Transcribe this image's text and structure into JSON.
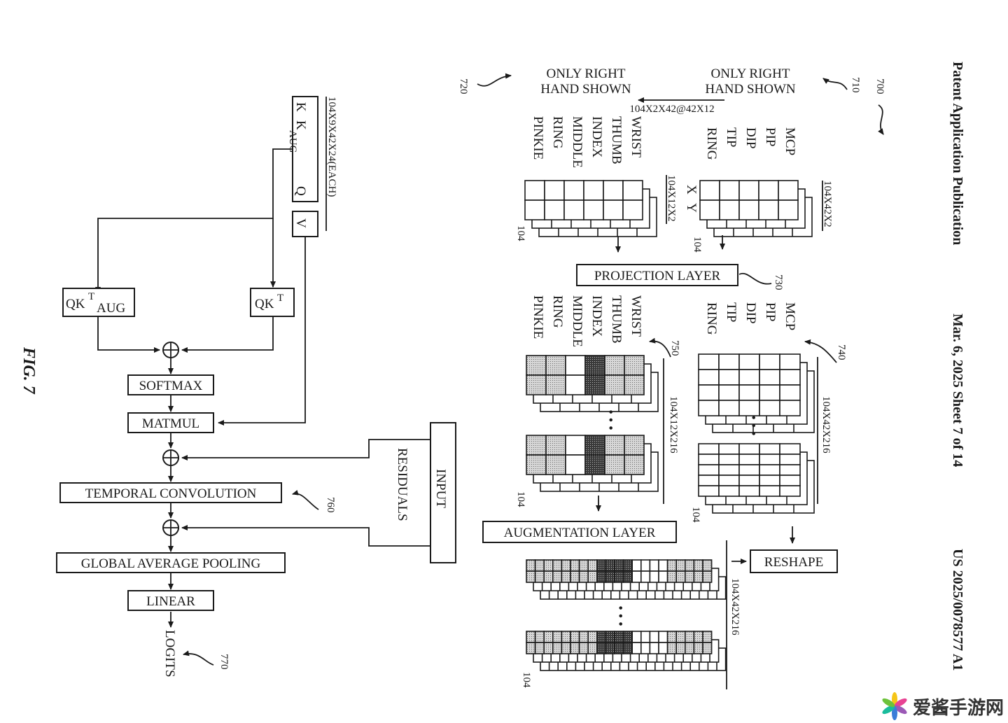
{
  "header": {
    "publication": "Patent Application Publication",
    "date_sheet": "Mar. 6, 2025  Sheet 7 of 14",
    "patent_number": "US 2025/0078577 A1"
  },
  "figure": {
    "label": "FIG. 7",
    "ref_700": "700",
    "input_710": {
      "ref": "710",
      "title_line1": "ONLY RIGHT",
      "title_line2": "HAND SHOWN",
      "rows": [
        "MCP",
        "PIP",
        "DIP",
        "TIP",
        "RING"
      ],
      "axes": [
        "X",
        "Y"
      ],
      "dims": "104X42X2",
      "depth": "104"
    },
    "transform_label": "104X2X42@42X12",
    "input_720": {
      "ref": "720",
      "title_line1": "ONLY RIGHT",
      "title_line2": "HAND SHOWN",
      "rows": [
        "WRIST",
        "THUMB",
        "INDEX",
        "MIDDLE",
        "RING",
        "PINKIE"
      ],
      "dims": "104X12X2",
      "depth": "104"
    },
    "projection_layer": {
      "label": "PROJECTION LAYER",
      "ref": "730"
    },
    "tensor_740": {
      "ref": "740",
      "rows": [
        "MCP",
        "PIP",
        "DIP",
        "TIP",
        "RING"
      ],
      "dims": "104X42X216",
      "depth": "104"
    },
    "tensor_750": {
      "ref": "750",
      "rows": [
        "WRIST",
        "THUMB",
        "INDEX",
        "MIDDLE",
        "RING",
        "PINKIE"
      ],
      "dims": "104X12X216",
      "depth": "104",
      "shading": [
        "light",
        "light",
        "dark",
        "white",
        "light",
        "light"
      ]
    },
    "augmentation_layer": {
      "label": "AUGMENTATION LAYER"
    },
    "augmented_tensor": {
      "dims": "104X42X216",
      "depth": "104"
    },
    "reshape": {
      "label": "RESHAPE"
    },
    "attention": {
      "kq_box": {
        "k": "K",
        "k_aug": "K",
        "k_aug_sub": "AUG",
        "q": "Q"
      },
      "v_box": "V",
      "dims": "104X9X42X24(EACH)",
      "qkt": {
        "main": "QK",
        "sup": "T"
      },
      "qkt_aug": {
        "main": "QK",
        "sup": "T",
        "sub": "AUG"
      }
    },
    "pipeline": [
      "SOFTMAX",
      "MATMUL",
      "TEMPORAL CONVOLUTION",
      "GLOBAL AVERAGE POOLING",
      "LINEAR"
    ],
    "temporal_ref": "760",
    "input_residuals": {
      "line1": "INPUT",
      "line2": "RESIDUALS"
    },
    "logits": {
      "label": "LOGITS",
      "ref": "770"
    },
    "ellipsis": "• • •"
  },
  "watermark": {
    "text": "爱酱手游网",
    "icon": "pinwheel-logo-icon"
  }
}
